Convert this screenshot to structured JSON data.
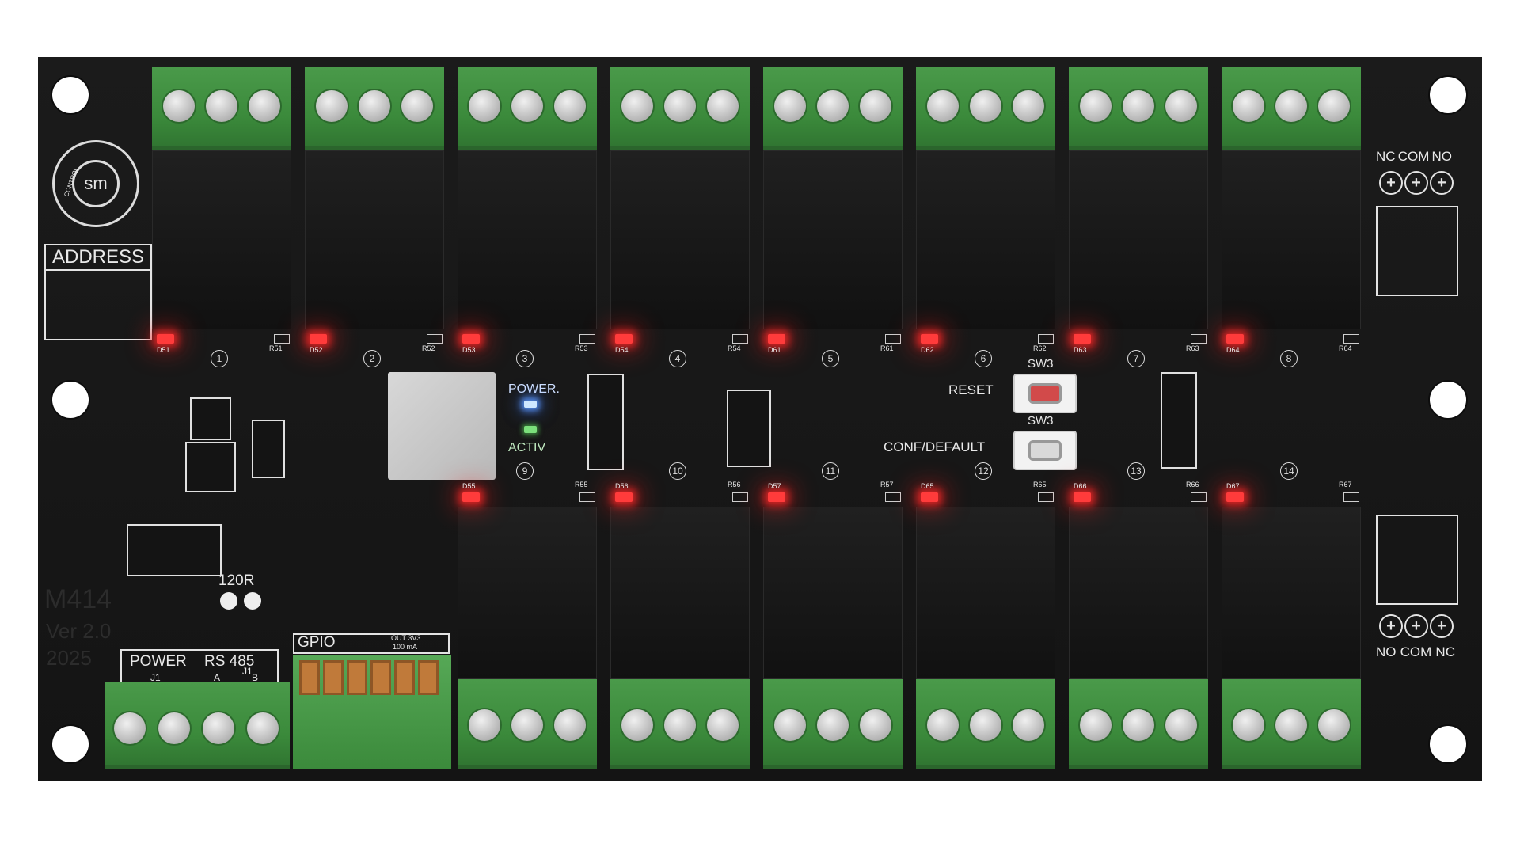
{
  "board": {
    "logo_text": "sm",
    "logo_ring_text": "CONTROL",
    "address_label": "ADDRESS",
    "model": "M414",
    "version": "Ver 2.0",
    "year": "2025",
    "power_label": "POWER.",
    "activ_label": "ACTIV",
    "reset_label": "RESET",
    "conf_label": "CONF/DEFAULT",
    "sw_label": "SW3",
    "resistor_label": "120R",
    "gpio_label": "GPIO",
    "gpio_note_line1": "OUT 3V3",
    "gpio_note_line2": "100 mA",
    "power_connector_label": "POWER",
    "rs485_label": "RS 485",
    "rs485_a": "A",
    "rs485_b": "B",
    "j1": "J1",
    "top_contact_labels": [
      "NC",
      "COM",
      "NO"
    ],
    "bottom_contact_labels": [
      "NO",
      "COM",
      "NC"
    ],
    "channel_numbers_top": [
      "1",
      "2",
      "3",
      "4",
      "5",
      "6",
      "7",
      "8"
    ],
    "channel_numbers_bottom": [
      "9",
      "10",
      "11",
      "12",
      "13",
      "14"
    ],
    "top_led_refs": [
      "D51",
      "D52",
      "D53",
      "D54",
      "D61",
      "D62",
      "D63",
      "D64"
    ],
    "top_res_refs": [
      "R51",
      "R52",
      "R53",
      "R54",
      "R61",
      "R62",
      "R63",
      "R64"
    ],
    "bottom_led_refs": [
      "D55",
      "D56",
      "D57",
      "D65",
      "D66",
      "D67"
    ],
    "bottom_res_refs": [
      "R55",
      "R56",
      "R57",
      "R65",
      "R66",
      "R67"
    ],
    "colors": {
      "pcb": "#161616",
      "terminal_green": "#3e8f3e",
      "led_red": "#ff3b3b",
      "led_blue": "#6fa8ff",
      "silkscreen": "#e9e9e9"
    }
  }
}
